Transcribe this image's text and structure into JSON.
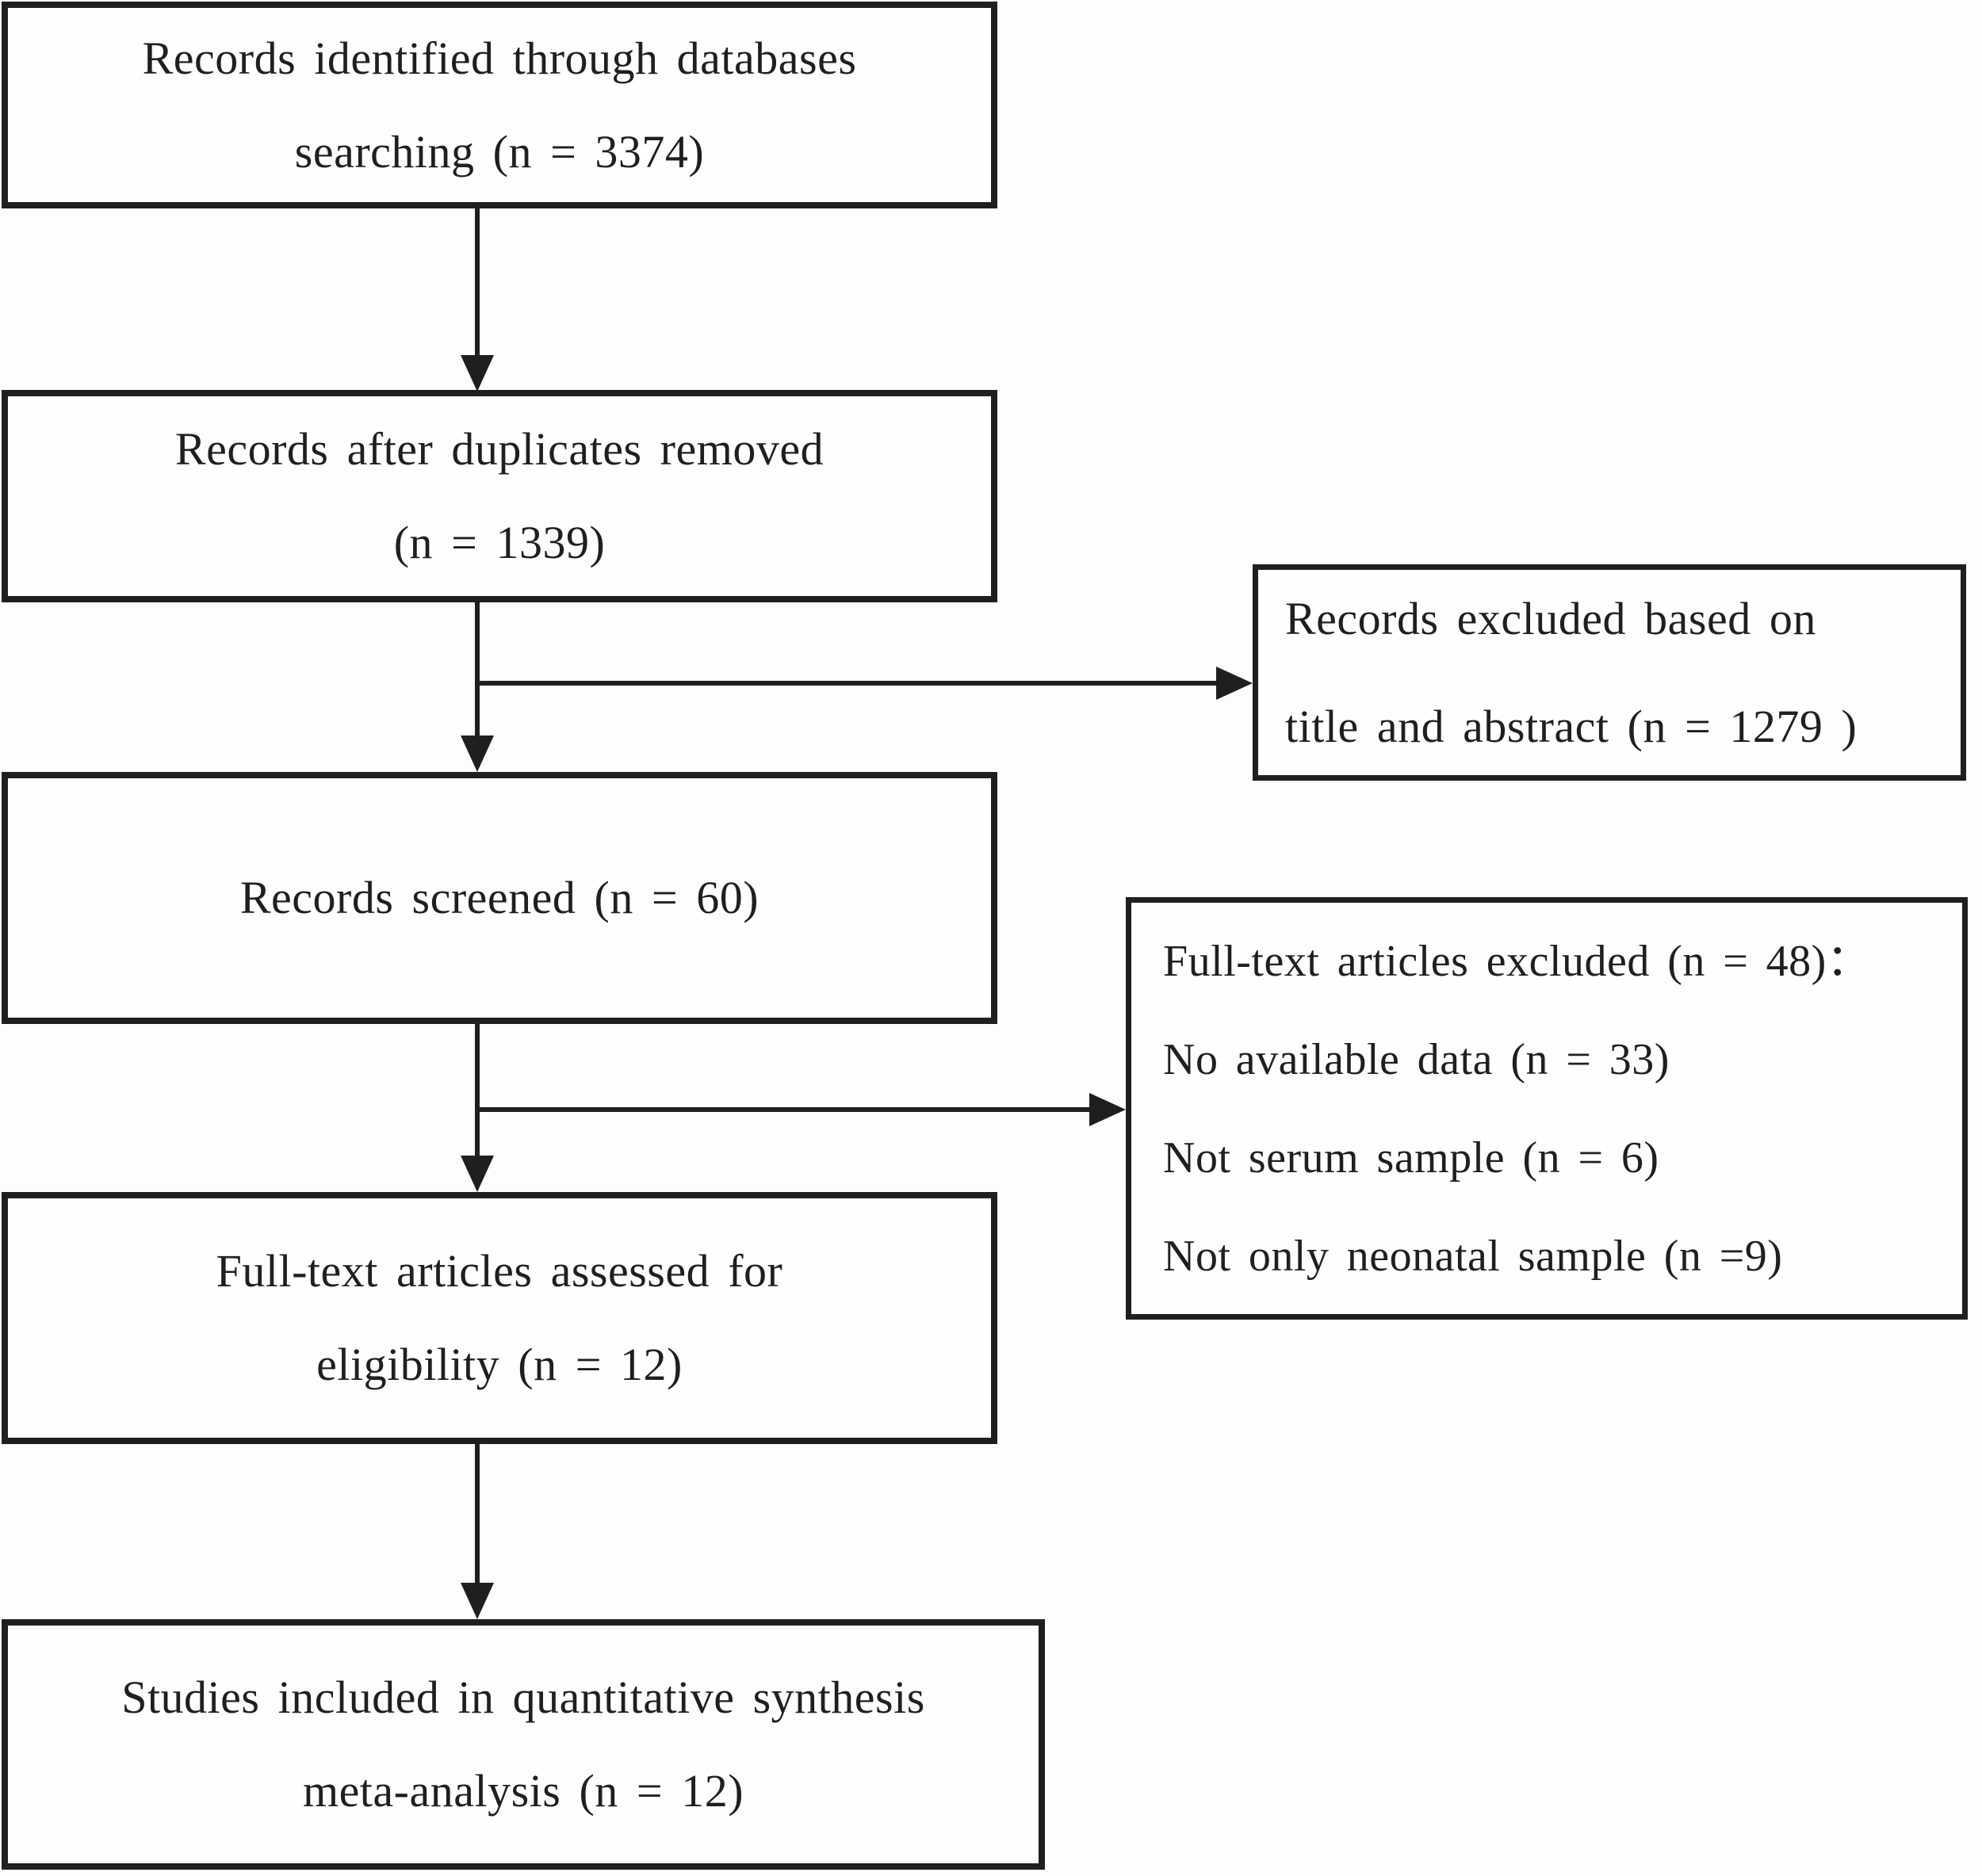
{
  "colors": {
    "ink": "#1f1f1f",
    "box_fill": "#fefefe",
    "background": "#fdfdfd"
  },
  "boxes": {
    "identification": {
      "lines": [
        "Records identified through databases",
        "searching (n = 3374)"
      ]
    },
    "after_duplicates": {
      "lines": [
        "Records after duplicates removed",
        "(n = 1339)"
      ]
    },
    "excluded_title_abstract": {
      "lines": [
        "Records excluded based on",
        "title and abstract (n = 1279 )"
      ]
    },
    "screened": {
      "lines": [
        "Records screened (n = 60)"
      ]
    },
    "fulltext_excluded": {
      "lines": [
        "Full-text articles excluded (n = 48)：",
        "No available data (n = 33)",
        "Not serum sample (n = 6)",
        "Not only neonatal sample (n =9)"
      ]
    },
    "fulltext_assessed": {
      "lines": [
        "Full-text articles assessed for",
        "eligibility (n = 12)"
      ]
    },
    "included": {
      "lines": [
        "Studies included in quantitative synthesis",
        "meta-analysis (n = 12)"
      ]
    }
  }
}
